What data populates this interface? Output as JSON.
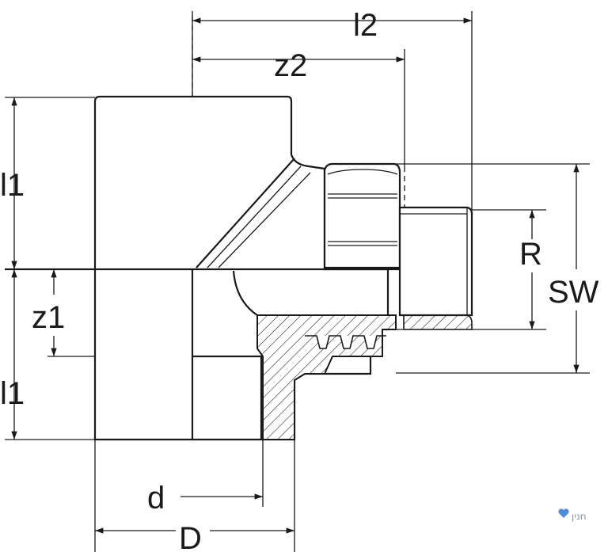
{
  "labels": {
    "l2": "l2",
    "z2": "z2",
    "l1_top": "l1",
    "l1_bottom": "l1",
    "z1": "z1",
    "R": "R",
    "SW": "SW",
    "d": "d",
    "D": "D"
  },
  "logo": {
    "text": "חנין",
    "color": "#4f8fd1"
  },
  "colors": {
    "line": "#1a1a1a",
    "background": "#ffffff"
  }
}
